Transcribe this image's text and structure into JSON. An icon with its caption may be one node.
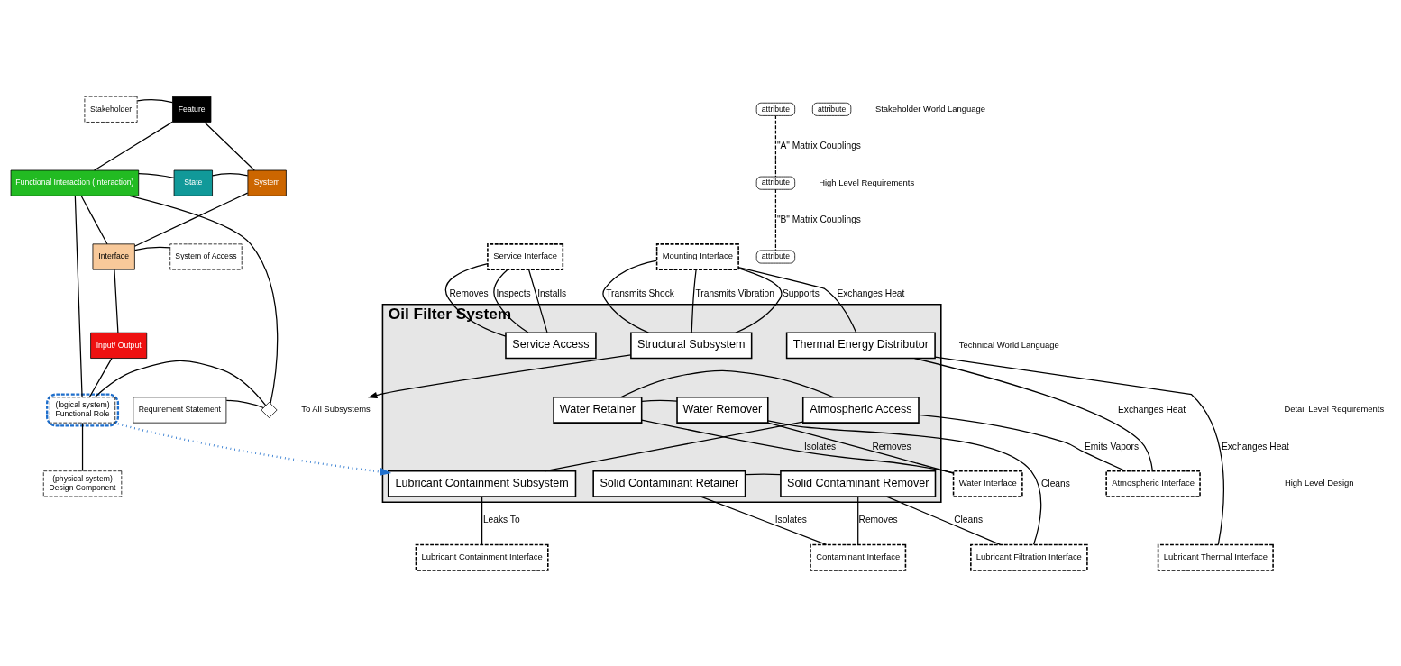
{
  "diagram": {
    "nodes": [
      {
        "text": [
          "Oil Filter System"
        ]
      },
      {
        "text": [
          "Service Access"
        ],
        "in": 0
      },
      {
        "text": [
          "Structural Subsystem"
        ],
        "in": 0
      },
      {
        "text": [
          "Thermal Energy Distributor"
        ],
        "in": 0
      },
      {
        "text": [
          "Water Retainer"
        ],
        "in": 0
      },
      {
        "text": [
          "Water Remover"
        ],
        "in": 0
      },
      {
        "text": [
          "Atmospheric Access"
        ],
        "in": 0
      },
      {
        "text": [
          "Solid Contaminant Retainer"
        ],
        "in": 0
      },
      {
        "text": [
          "Solid Contaminant Remover"
        ],
        "in": 0
      },
      {
        "text": [
          "Lubricant Containment Subsystem"
        ],
        "in": 0
      },
      {
        "text": [
          "Service Interface"
        ]
      },
      {
        "text": [
          "Mounting Interface"
        ]
      },
      {
        "text": [
          "Atmospheric Interface"
        ]
      },
      {
        "text": [
          "Water Interface"
        ]
      },
      {
        "text": [
          "Lubricant Containment Interface"
        ]
      },
      {
        "text": [
          "Contaminant Interface"
        ]
      },
      {
        "text": [
          "Lubricant Filtration Interface"
        ]
      },
      {
        "text": [
          "Lubricant Thermal Interface"
        ]
      },
      {
        "text": [
          "To All Subsystems"
        ]
      },
      {
        "text": [
          "Stakeholder"
        ]
      },
      {
        "text": [
          "Feature"
        ]
      },
      {
        "text": [
          "Functional Interaction (Interaction)"
        ]
      },
      {
        "text": [
          "State"
        ]
      },
      {
        "text": [
          "System"
        ]
      },
      {
        "text": [
          "Interface"
        ]
      },
      {
        "text": [
          "System of Access"
        ]
      },
      {
        "text": [
          "Input/ Output"
        ]
      },
      {
        "text": [
          "Requirement Statement"
        ]
      },
      {
        "text": [],
        "shape": "diamond"
      },
      {
        "text": [],
        "shape": "ellipse"
      },
      {
        "text": [
          "(logical system)",
          "Functional Role"
        ],
        "in": 29
      },
      {
        "text": [
          "(physical system)",
          "Design Component"
        ]
      },
      {
        "text": [
          "attribute"
        ]
      },
      {
        "text": [
          "attribute"
        ]
      },
      {
        "text": [
          "attribute"
        ]
      },
      {
        "text": [
          "attribute"
        ]
      }
    ],
    "edges": [
      {
        "from": 10,
        "to": 1,
        "arrow": "none",
        "label": "Inspects"
      },
      {
        "from": 10,
        "to": 1,
        "arrow": "none",
        "label": "Installs"
      },
      {
        "from": 10,
        "to": 1,
        "arrow": "none",
        "label": "Removes"
      },
      {
        "from": 11,
        "to": 2,
        "arrow": "none",
        "label": "Supports"
      },
      {
        "from": 11,
        "to": 2,
        "arrow": "none",
        "label": "Transmits Shock"
      },
      {
        "from": 11,
        "to": 2,
        "arrow": "none",
        "label": "Transmits Vibration"
      },
      {
        "from": 11,
        "to": 3,
        "arrow": "none",
        "label": "Exchanges Heat"
      },
      {
        "from": 2,
        "to": 18,
        "arrow": "to"
      },
      {
        "from": 3,
        "to": 12,
        "arrow": "none",
        "label": "Exchanges Heat"
      },
      {
        "from": 3,
        "to": 17,
        "arrow": "none",
        "label": "Exchanges Heat"
      },
      {
        "from": 4,
        "to": 6,
        "arrow": "none"
      },
      {
        "from": 13,
        "to": 4,
        "arrow": "none",
        "label": "Isolates"
      },
      {
        "from": 4,
        "to": 5,
        "arrow": "none"
      },
      {
        "from": 5,
        "to": 13,
        "arrow": "none",
        "label": "Removes"
      },
      {
        "from": 5,
        "to": 16,
        "arrow": "none",
        "label": "Cleans"
      },
      {
        "from": 6,
        "to": 12,
        "arrow": "none",
        "label": "Emits Vapors"
      },
      {
        "from": 6,
        "to": 9,
        "arrow": "none"
      },
      {
        "from": 9,
        "to": 14,
        "arrow": "none",
        "label": "Leaks To"
      },
      {
        "from": 7,
        "to": 8,
        "arrow": "none"
      },
      {
        "from": 7,
        "to": 15,
        "arrow": "none",
        "label": "Isolates"
      },
      {
        "from": 8,
        "to": 15,
        "arrow": "none",
        "label": "Removes"
      },
      {
        "from": 8,
        "to": 16,
        "arrow": "none",
        "label": "Cleans"
      },
      {
        "from": 19,
        "to": 20,
        "arrow": "none"
      },
      {
        "from": 20,
        "to": 21,
        "arrow": "none"
      },
      {
        "from": 20,
        "to": 23,
        "arrow": "none"
      },
      {
        "from": 21,
        "to": 22,
        "arrow": "none"
      },
      {
        "from": 22,
        "to": 23,
        "arrow": "none"
      },
      {
        "from": 23,
        "to": 24,
        "arrow": "none"
      },
      {
        "from": 21,
        "to": 24,
        "arrow": "none"
      },
      {
        "from": 24,
        "to": 25,
        "arrow": "none"
      },
      {
        "from": 24,
        "to": 26,
        "arrow": "none"
      },
      {
        "from": 26,
        "to": 30,
        "arrow": "none"
      },
      {
        "from": 21,
        "to": 28,
        "arrow": "none"
      },
      {
        "from": 27,
        "to": 28,
        "arrow": "none"
      },
      {
        "from": 28,
        "to": 30,
        "arrow": "none"
      },
      {
        "from": 21,
        "to": 30,
        "arrow": "none"
      },
      {
        "from": 30,
        "to": 31,
        "arrow": "none"
      },
      {
        "from": 32,
        "to": 34,
        "arrow": "none",
        "style": "dashed",
        "label": "\"A\" Matrix Couplings"
      },
      {
        "from": 34,
        "to": 35,
        "arrow": "none",
        "style": "dashed",
        "label": "\"B\" Matrix Couplings"
      },
      {
        "from": 29,
        "to": 9,
        "arrow": "to",
        "style": "dashed",
        "color": "#1f6fcc"
      }
    ],
    "labels": [
      "Stakeholder World Language",
      "High Level Requirements",
      "Technical World Language",
      "Detail Level Requirements",
      "High Level Design"
    ]
  }
}
